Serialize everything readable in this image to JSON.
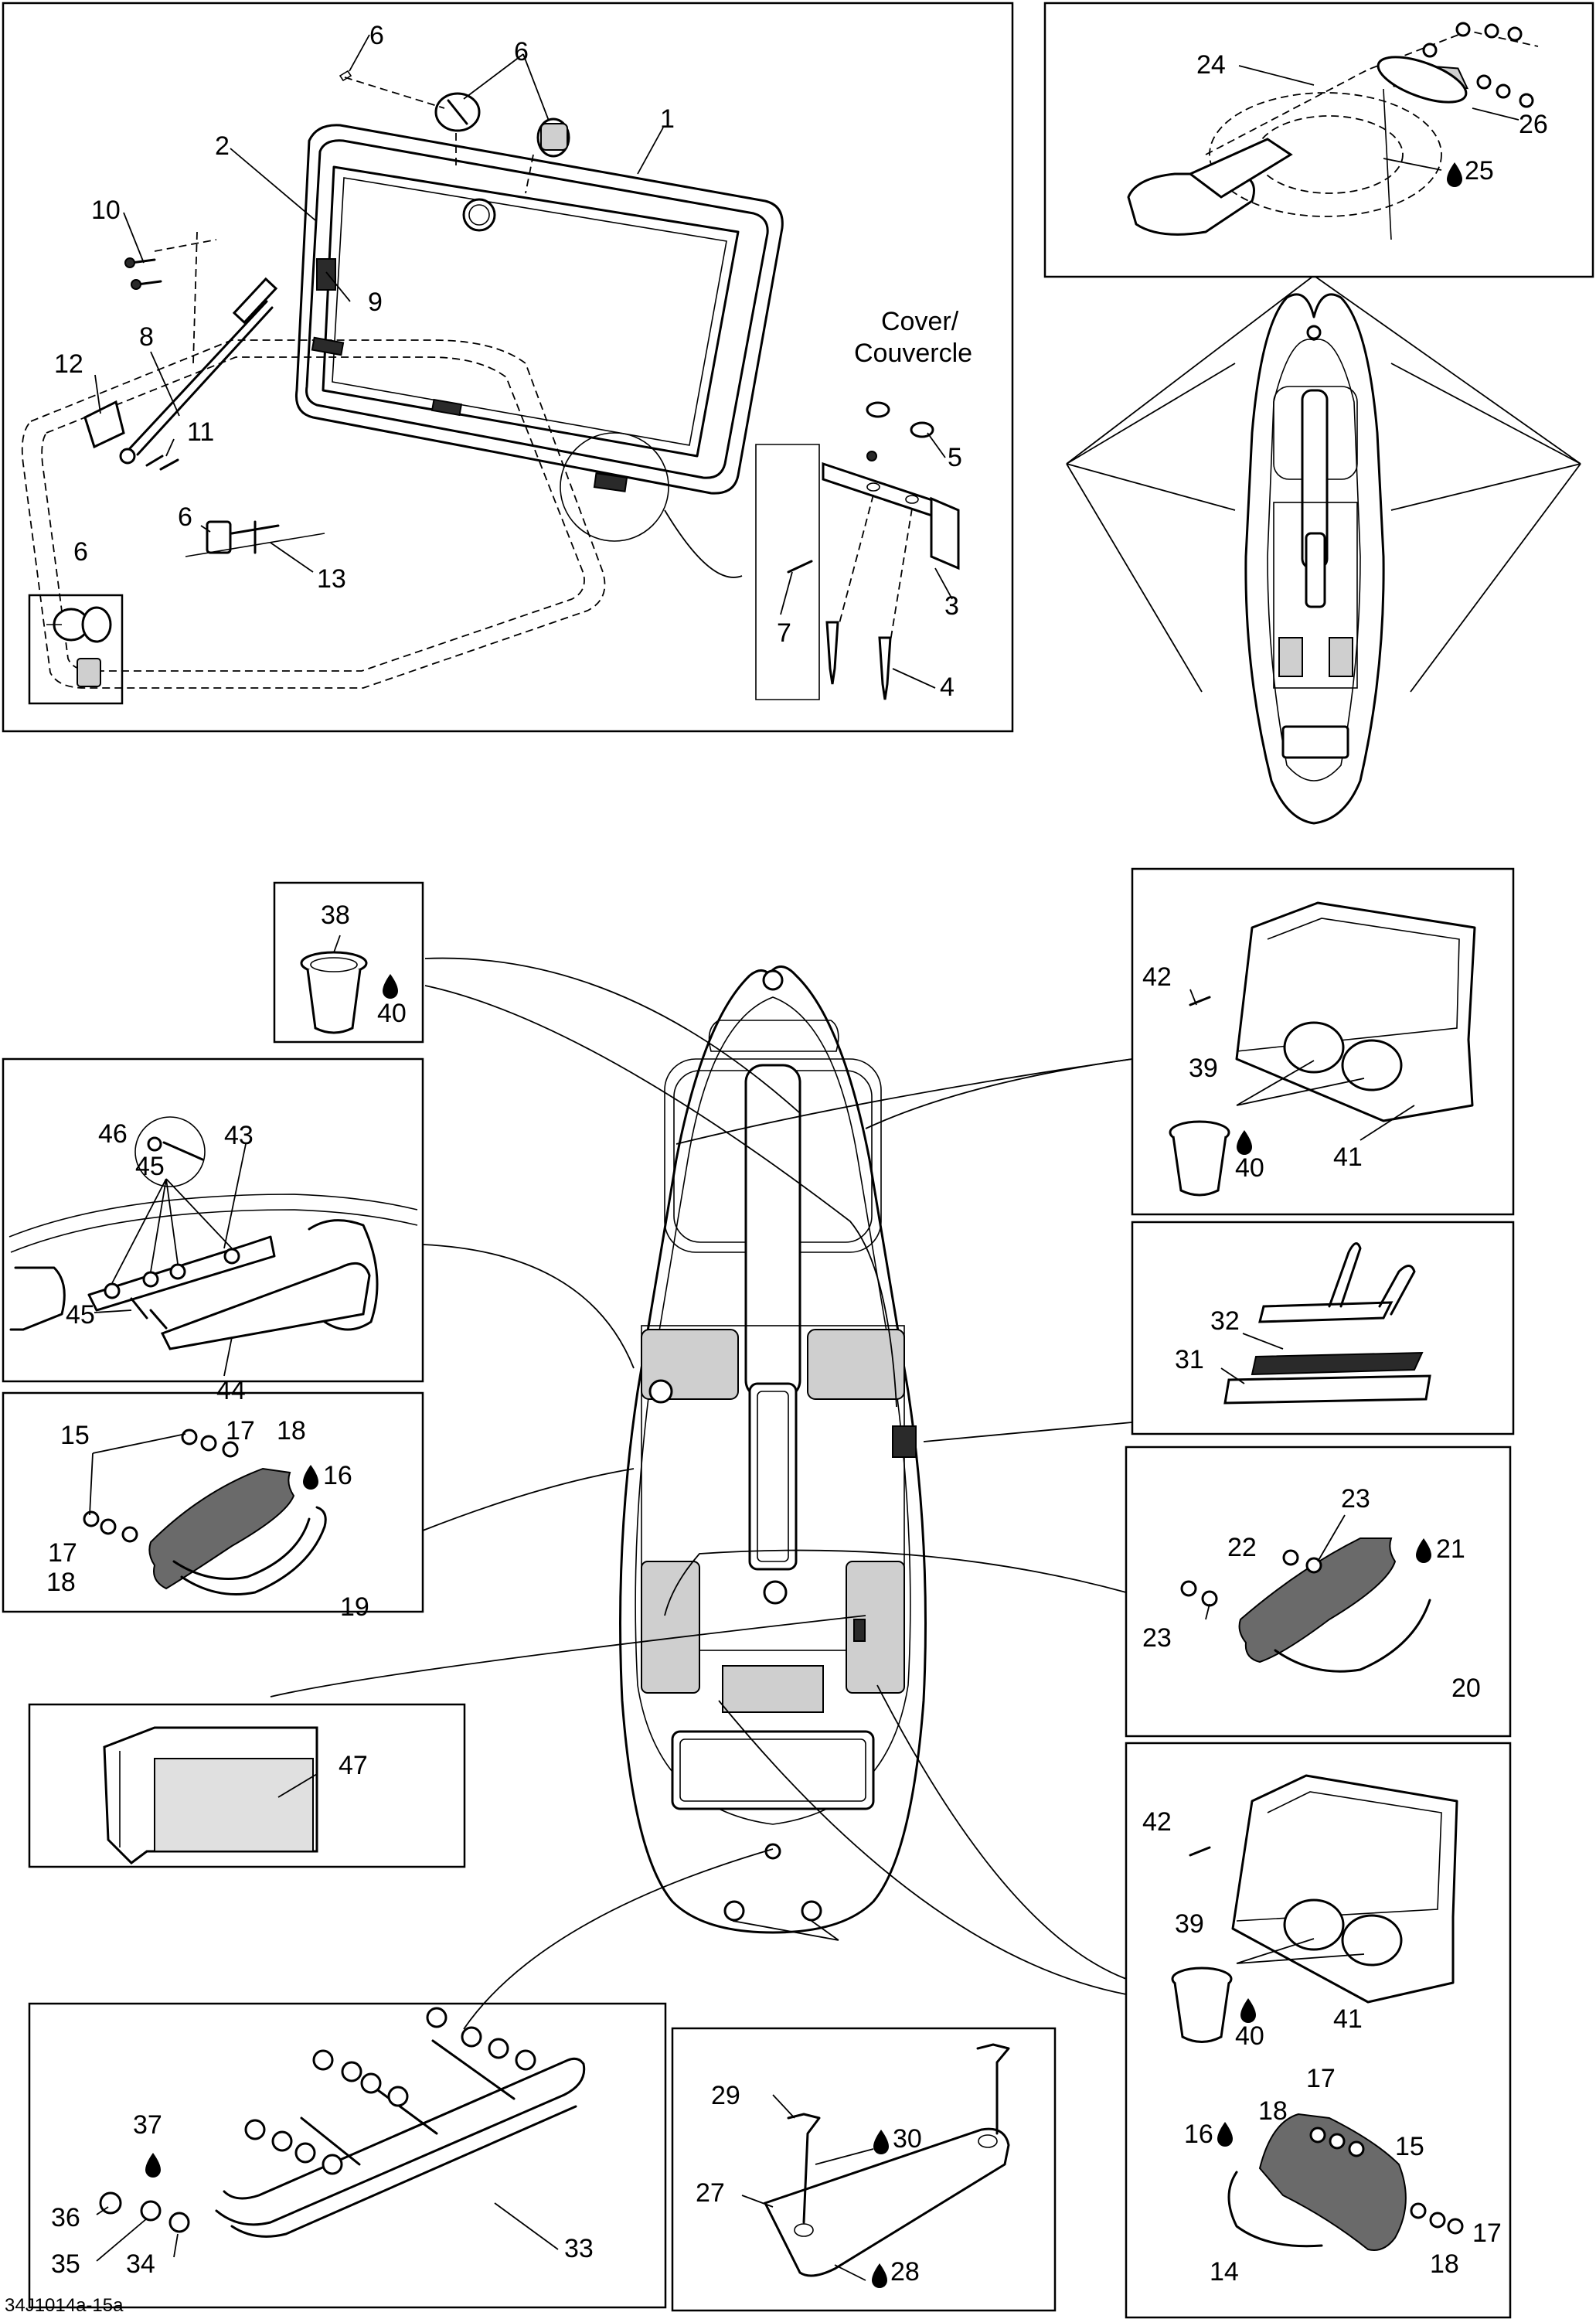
{
  "diagram": {
    "footer_code": "34J1014a-15a",
    "cover_label_line1": "Cover/",
    "cover_label_line2": "Couvercle",
    "callouts": [
      {
        "id": "c1",
        "text": "1"
      },
      {
        "id": "c2",
        "text": "2"
      },
      {
        "id": "c3",
        "text": "3"
      },
      {
        "id": "c4",
        "text": "4"
      },
      {
        "id": "c5",
        "text": "5"
      },
      {
        "id": "c6a",
        "text": "6"
      },
      {
        "id": "c6b",
        "text": "6"
      },
      {
        "id": "c6c",
        "text": "6"
      },
      {
        "id": "c6d",
        "text": "6"
      },
      {
        "id": "c7",
        "text": "7"
      },
      {
        "id": "c8",
        "text": "8"
      },
      {
        "id": "c9",
        "text": "9"
      },
      {
        "id": "c10",
        "text": "10"
      },
      {
        "id": "c11",
        "text": "11"
      },
      {
        "id": "c12",
        "text": "12"
      },
      {
        "id": "c13",
        "text": "13"
      },
      {
        "id": "c24",
        "text": "24"
      },
      {
        "id": "c25",
        "text": "25"
      },
      {
        "id": "c26",
        "text": "26"
      },
      {
        "id": "c38",
        "text": "38"
      },
      {
        "id": "c40a",
        "text": "40"
      },
      {
        "id": "c46",
        "text": "46"
      },
      {
        "id": "c45a",
        "text": "45"
      },
      {
        "id": "c43",
        "text": "43"
      },
      {
        "id": "c45b",
        "text": "45"
      },
      {
        "id": "c44",
        "text": "44"
      },
      {
        "id": "c15a",
        "text": "15"
      },
      {
        "id": "c17a",
        "text": "17"
      },
      {
        "id": "c18a",
        "text": "18"
      },
      {
        "id": "c16a",
        "text": "16"
      },
      {
        "id": "c17b",
        "text": "17"
      },
      {
        "id": "c18b",
        "text": "18"
      },
      {
        "id": "c19",
        "text": "19"
      },
      {
        "id": "c47",
        "text": "47"
      },
      {
        "id": "c42a",
        "text": "42"
      },
      {
        "id": "c39a",
        "text": "39"
      },
      {
        "id": "c40b",
        "text": "40"
      },
      {
        "id": "c41a",
        "text": "41"
      },
      {
        "id": "c32",
        "text": "32"
      },
      {
        "id": "c31",
        "text": "31"
      },
      {
        "id": "c23a",
        "text": "23"
      },
      {
        "id": "c22",
        "text": "22"
      },
      {
        "id": "c21",
        "text": "21"
      },
      {
        "id": "c23b",
        "text": "23"
      },
      {
        "id": "c20",
        "text": "20"
      },
      {
        "id": "c42b",
        "text": "42"
      },
      {
        "id": "c39b",
        "text": "39"
      },
      {
        "id": "c41b",
        "text": "41"
      },
      {
        "id": "c40c",
        "text": "40"
      },
      {
        "id": "c17c",
        "text": "17"
      },
      {
        "id": "c18c",
        "text": "18"
      },
      {
        "id": "c16b",
        "text": "16"
      },
      {
        "id": "c15b",
        "text": "15"
      },
      {
        "id": "c17d",
        "text": "17"
      },
      {
        "id": "c18d",
        "text": "18"
      },
      {
        "id": "c14",
        "text": "14"
      },
      {
        "id": "c37",
        "text": "37"
      },
      {
        "id": "c36",
        "text": "36"
      },
      {
        "id": "c35",
        "text": "35"
      },
      {
        "id": "c34",
        "text": "34"
      },
      {
        "id": "c33",
        "text": "33"
      },
      {
        "id": "c29",
        "text": "29"
      },
      {
        "id": "c30",
        "text": "30"
      },
      {
        "id": "c27",
        "text": "27"
      },
      {
        "id": "c28",
        "text": "28"
      }
    ]
  }
}
